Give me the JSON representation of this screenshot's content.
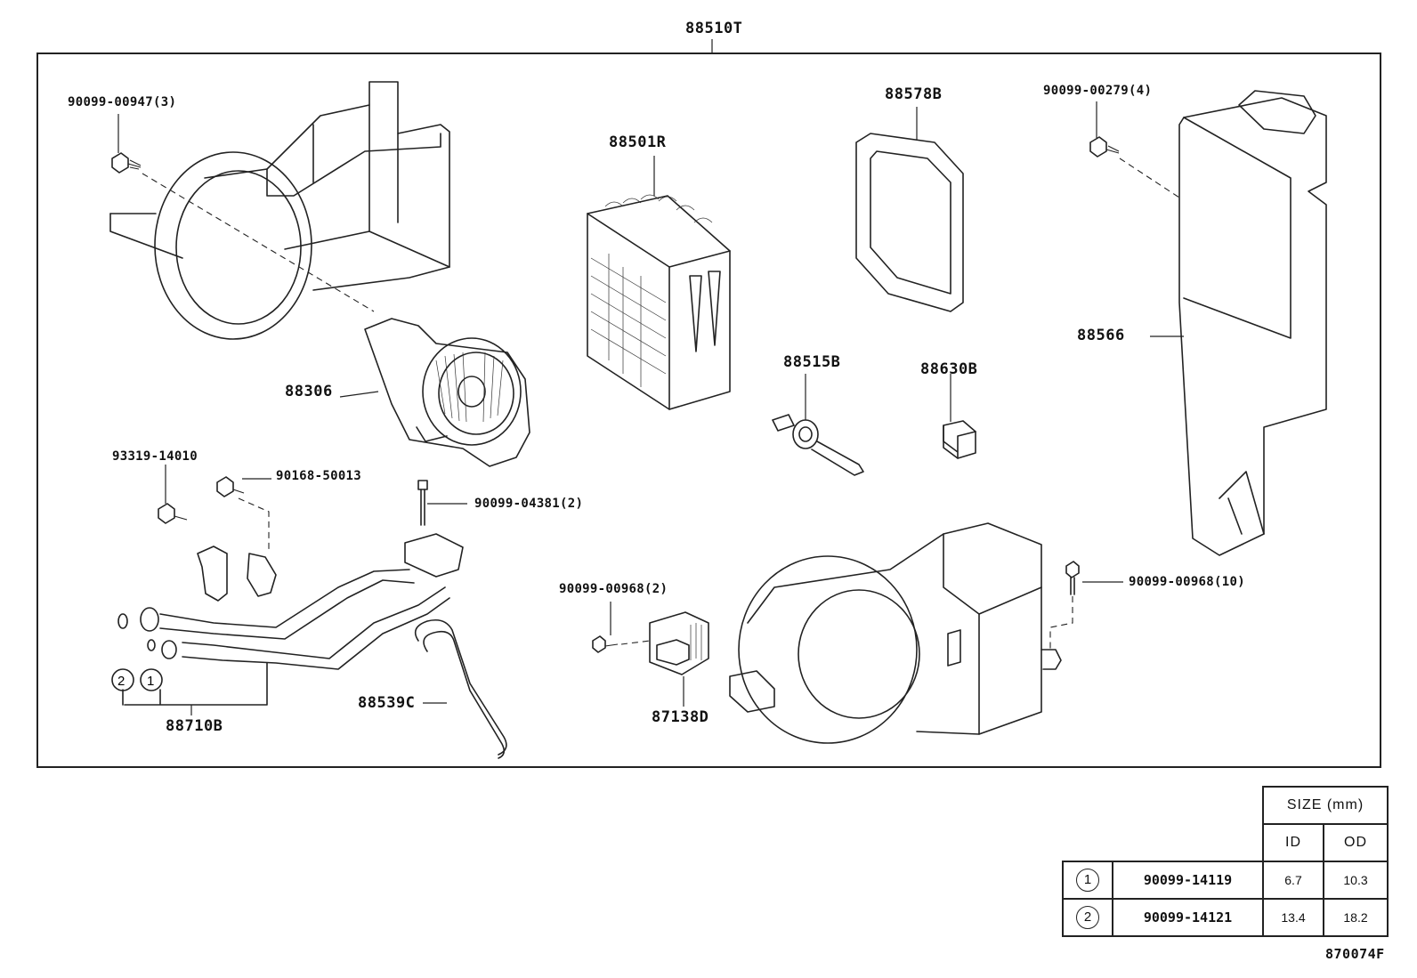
{
  "diagram": {
    "assembly_label": "88510T",
    "figure_code": "870074F",
    "parts": {
      "p88306": "88306",
      "p88501R": "88501R",
      "p88578B": "88578B",
      "p88566": "88566",
      "p88515B": "88515B",
      "p88630B": "88630B",
      "p88710B": "88710B",
      "p88539C": "88539C",
      "p87138D": "87138D"
    },
    "fasteners": {
      "f_00947": "90099-00947(3)",
      "f_00279": "90099-00279(4)",
      "f_14010": "93319-14010",
      "f_50013": "90168-50013",
      "f_04381": "90099-04381(2)",
      "f_00968_2": "90099-00968(2)",
      "f_00968_10": "90099-00968(10)"
    },
    "oring_markers": [
      "2",
      "1"
    ]
  },
  "size_table": {
    "header_size": "SIZE (mm)",
    "header_id": "ID",
    "header_od": "OD",
    "rows": [
      {
        "marker": "1",
        "part_no": "90099-14119",
        "id": "6.7",
        "od": "10.3"
      },
      {
        "marker": "2",
        "part_no": "90099-14121",
        "id": "13.4",
        "od": "18.2"
      }
    ]
  },
  "colors": {
    "line": "#222222",
    "background": "#ffffff"
  }
}
